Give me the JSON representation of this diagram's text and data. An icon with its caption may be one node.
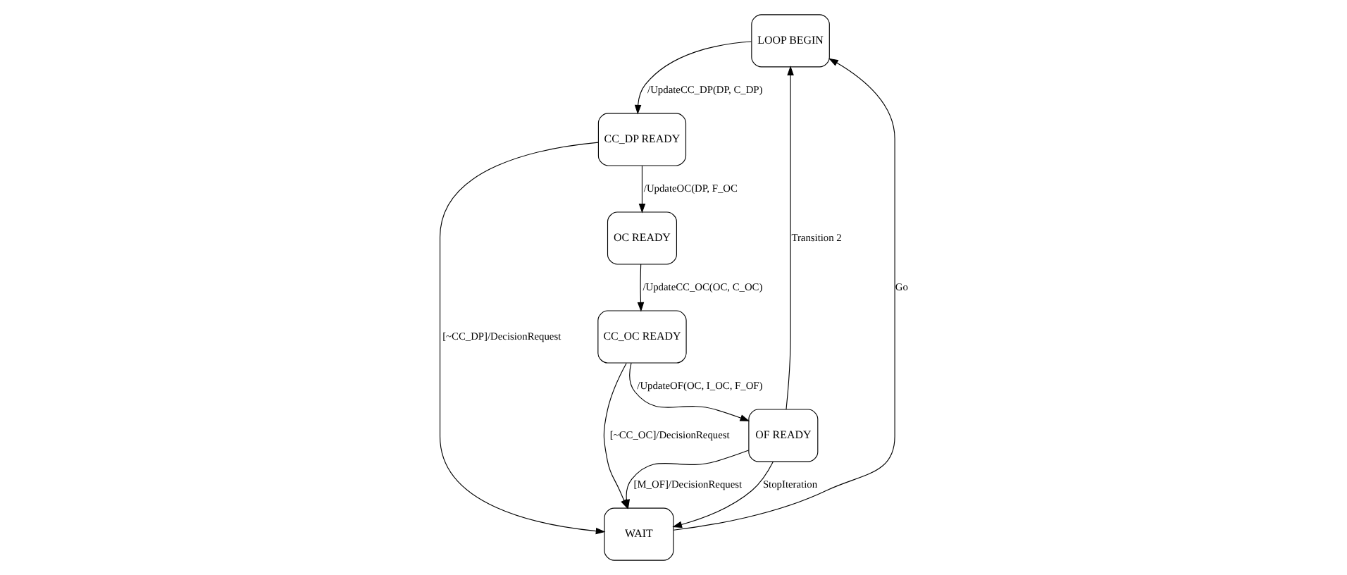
{
  "diagram": {
    "nodes": [
      {
        "text": [
          "LOOP BEGIN"
        ]
      },
      {
        "text": [
          "CC_DP READY"
        ]
      },
      {
        "text": [
          "WAIT"
        ]
      },
      {
        "text": [
          "OC READY"
        ]
      },
      {
        "text": [
          "OF READY"
        ]
      },
      {
        "text": [
          "CC_OC READY"
        ]
      }
    ],
    "edges": [
      {
        "from": 0,
        "to": 1,
        "arrow": "to",
        "label": "/UpdateCC_DP(DP, C_DP)"
      },
      {
        "from": 1,
        "to": 2,
        "arrow": "to",
        "label": "[~CC_DP]/DecisionRequest"
      },
      {
        "from": 1,
        "to": 3,
        "arrow": "to",
        "label": "/UpdateOC(DP, F_OC"
      },
      {
        "from": 2,
        "to": 0,
        "arrow": "to",
        "label": "Go"
      },
      {
        "from": 3,
        "to": 5,
        "arrow": "to",
        "label": "/UpdateCC_OC(OC, C_OC)"
      },
      {
        "from": 5,
        "to": 2,
        "arrow": "to",
        "label": "[~CC_OC]/DecisionRequest"
      },
      {
        "from": 5,
        "to": 4,
        "arrow": "to",
        "label": "/UpdateOF(OC, I_OC, F_OF)"
      },
      {
        "from": 4,
        "to": 0,
        "arrow": "to",
        "label": "Transition 2"
      },
      {
        "from": 4,
        "to": 2,
        "arrow": "to",
        "label": "StopIteration"
      },
      {
        "from": 4,
        "to": 2,
        "arrow": "to",
        "label": "[M_OF]/DecisionRequest"
      }
    ]
  }
}
